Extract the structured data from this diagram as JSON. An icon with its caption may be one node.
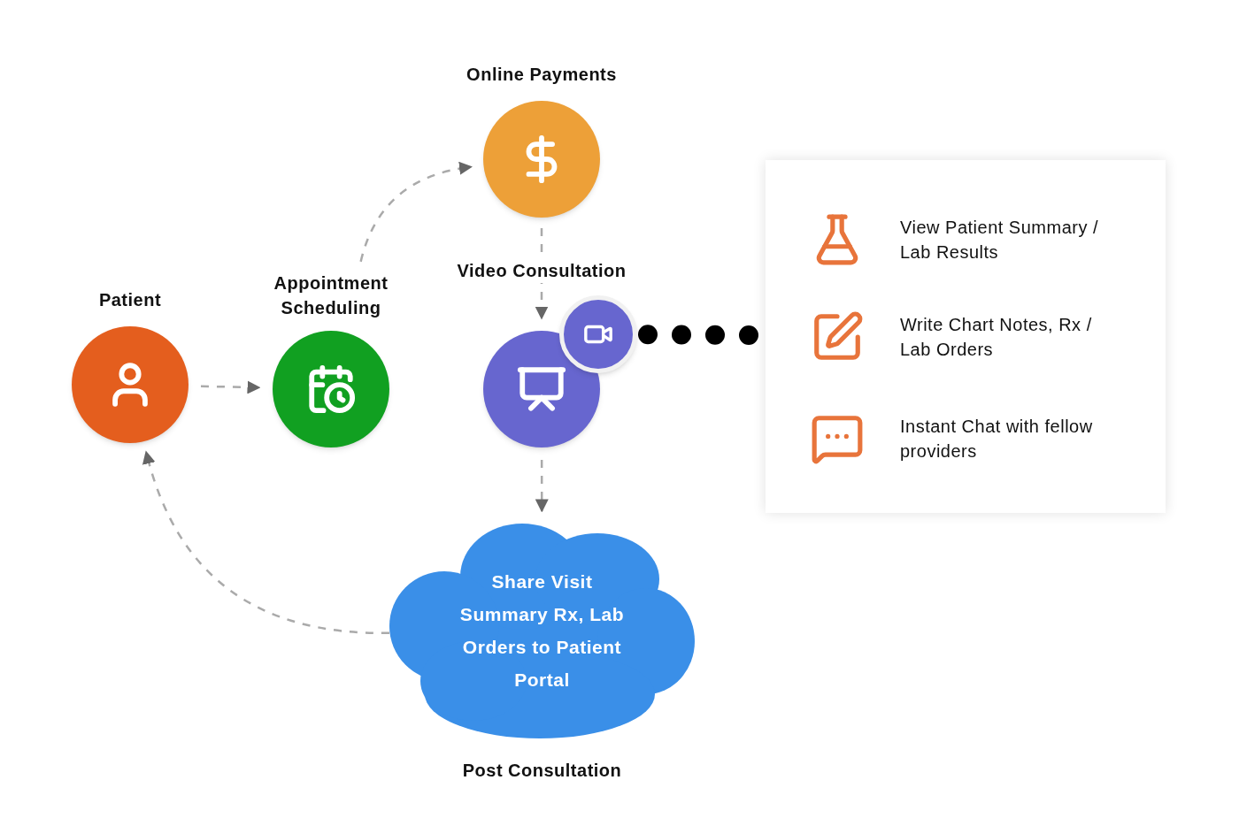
{
  "diagram": {
    "nodes": [
      {
        "text": [
          "Patient"
        ]
      },
      {
        "text": [
          "Appointment Scheduling"
        ]
      },
      {
        "text": [
          "Online Payments"
        ]
      },
      {
        "text": [
          "Video Consultation"
        ]
      },
      {
        "text": [],
        "shape": "circle"
      },
      {
        "text": [],
        "shape": "box"
      },
      {
        "text": [
          "View Patient Summary / Lab Results"
        ],
        "in": 5
      },
      {
        "text": [
          "Write Chart Notes, Rx / Lab Orders"
        ],
        "in": 5
      },
      {
        "text": [
          "Instant Chat with fellow providers"
        ],
        "in": 5
      },
      {
        "text": [
          "Share Visit Summary Rx, Lab Orders to Patient Portal",
          "Post Consultation"
        ]
      }
    ],
    "edges": [
      {
        "from": 0,
        "to": 1,
        "arrow": "to",
        "style": "dashed"
      },
      {
        "from": 1,
        "to": 2,
        "arrow": "to",
        "style": "dashed"
      },
      {
        "from": 2,
        "to": 3,
        "arrow": "to",
        "style": "dashed"
      },
      {
        "from": 3,
        "to": 9,
        "arrow": "to",
        "style": "dashed"
      },
      {
        "from": 9,
        "to": 0,
        "arrow": "to",
        "style": "dashed"
      },
      {
        "from": 4,
        "to": 5,
        "arrow": "none",
        "color": "#000000"
      }
    ]
  }
}
